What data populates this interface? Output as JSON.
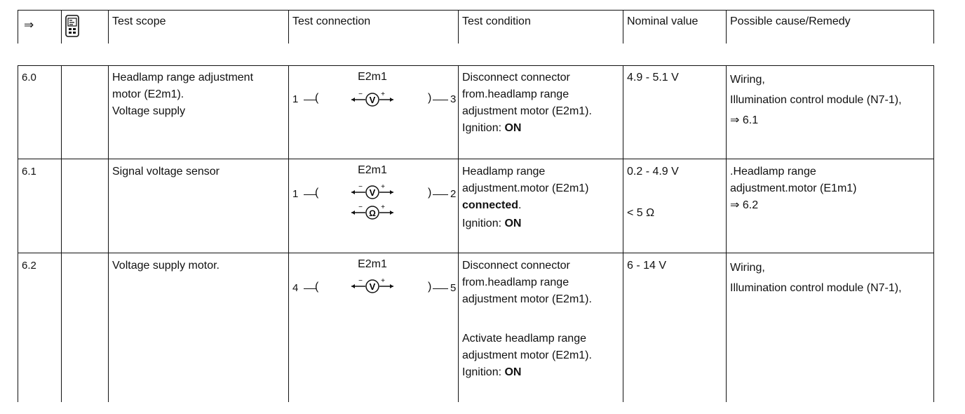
{
  "header": {
    "arrow_symbol": "⇒",
    "device_icon": "tester-device-icon",
    "test_scope": "Test scope",
    "test_connection": "Test connection",
    "test_condition": "Test condition",
    "nominal_value": "Nominal value",
    "possible_cause": "Possible cause/Remedy"
  },
  "rows": [
    {
      "step": "6.0",
      "scope": [
        "Headlamp range adjustment",
        "motor (E2m1).",
        "Voltage supply"
      ],
      "connection": {
        "label": "E2m1",
        "pin_left": "1",
        "pin_right": "3",
        "meters": [
          "V"
        ]
      },
      "condition": [
        "Disconnect connector",
        "from.headlamp range",
        "adjustment motor (E2m1).",
        "Ignition: ",
        "ON"
      ],
      "nominal": [
        "4.9 - 5.1 V"
      ],
      "remedy": [
        "Wiring,",
        "Illumination control module (N7-1),",
        "⇒ 6.1"
      ]
    },
    {
      "step": "6.1",
      "scope": [
        "Signal voltage sensor"
      ],
      "connection": {
        "label": "E2m1",
        "pin_left": "1",
        "pin_right": "2",
        "meters": [
          "V",
          "Ω"
        ]
      },
      "condition": [
        "Headlamp range",
        "adjustment.motor (E2m1)",
        "connected",
        ".",
        "Ignition: ",
        "ON"
      ],
      "nominal": [
        "0.2 - 4.9 V",
        "< 5 Ω"
      ],
      "remedy": [
        ".Headlamp range",
        "adjustment.motor (E1m1)",
        "⇒ 6.2"
      ]
    },
    {
      "step": "6.2",
      "scope": [
        "Voltage supply motor."
      ],
      "connection": {
        "label": "E2m1",
        "pin_left": "4",
        "pin_right": "5",
        "meters": [
          "V"
        ]
      },
      "condition": [
        "Disconnect connector",
        "from.headlamp range",
        "adjustment motor (E2m1).",
        "Activate headlamp range",
        "adjustment motor (E2m1).",
        "Ignition: ",
        "ON"
      ],
      "nominal": [
        "6 - 14 V"
      ],
      "remedy": [
        "Wiring,",
        "Illumination control module (N7-1),"
      ]
    }
  ]
}
